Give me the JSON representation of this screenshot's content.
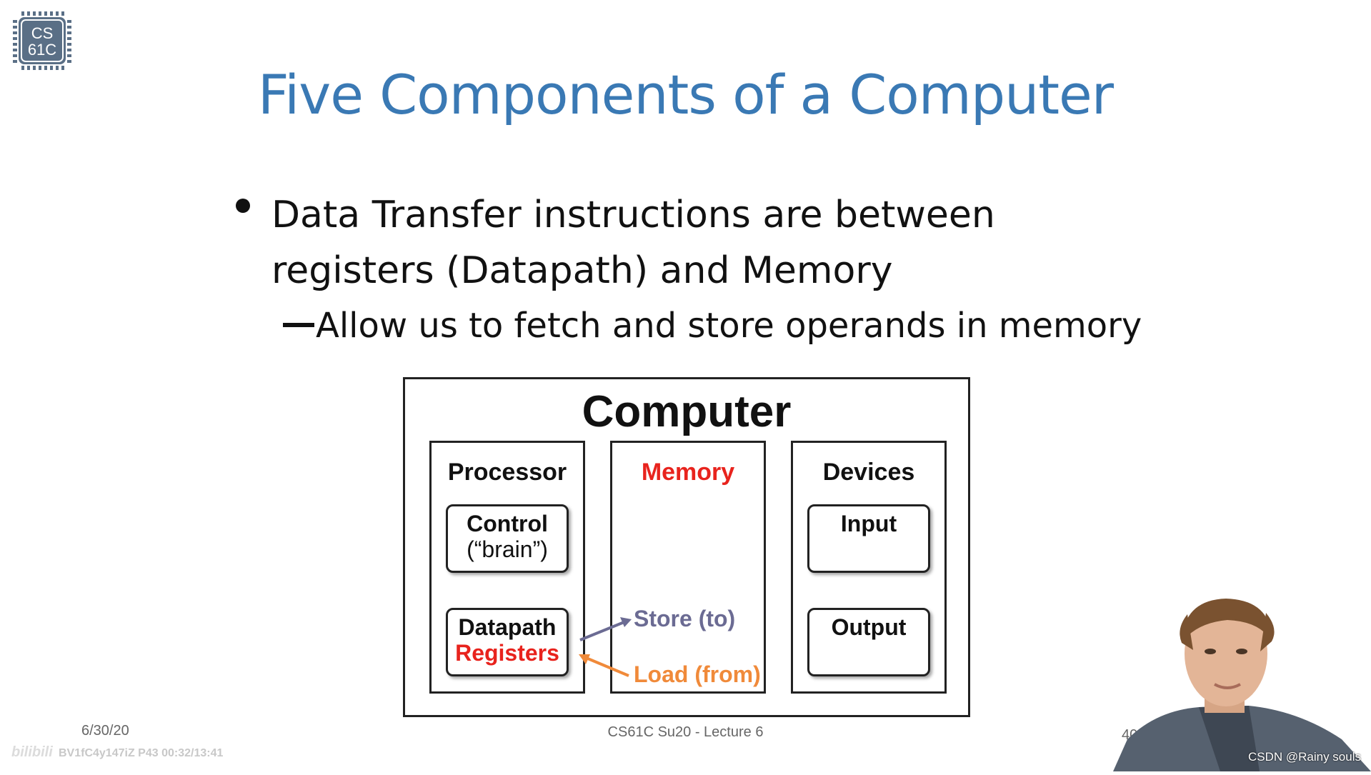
{
  "logo": {
    "line1": "CS",
    "line2": "61C"
  },
  "slide": {
    "title": "Five Components of a Computer",
    "bullet_line1": "Data Transfer instructions are between",
    "bullet_line2": "registers (Datapath) and Memory",
    "sub_bullet": "Allow us to fetch and store operands in memory"
  },
  "diagram": {
    "title": "Computer",
    "processor": {
      "label": "Processor",
      "control_line1": "Control",
      "control_line2": "(“brain”)",
      "datapath_line1": "Datapath",
      "datapath_line2": "Registers"
    },
    "memory": {
      "label": "Memory"
    },
    "devices": {
      "label": "Devices",
      "input": "Input",
      "output": "Output"
    },
    "store_label": "Store (to)",
    "load_label": "Load (from)"
  },
  "footer": {
    "date": "6/30/20",
    "course": "CS61C Su20 - Lecture 6",
    "page": "40"
  },
  "watermark": {
    "site_logo": "bilibili",
    "video_id": "BV1fC4y147iZ P43 00:32/13:41",
    "credit": "CSDN @Rainy souls"
  },
  "colors": {
    "title_blue": "#3a79b4",
    "accent_red": "#e8231d",
    "store_purple": "#6b6b93",
    "load_orange": "#f08a3a"
  }
}
